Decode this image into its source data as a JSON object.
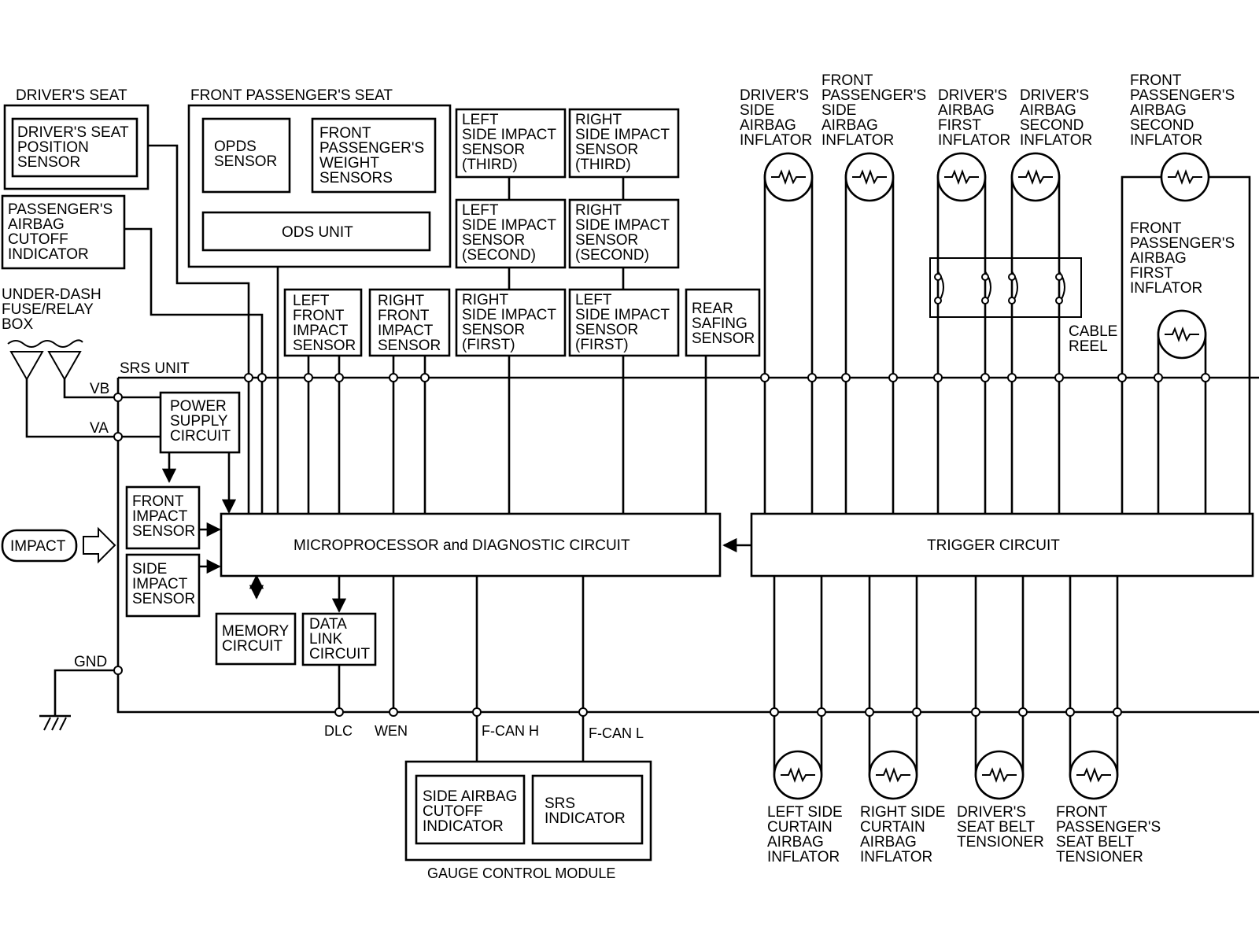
{
  "drivers_seat": {
    "header": "DRIVER'S SEAT",
    "sensor": [
      "DRIVER'S SEAT",
      "POSITION",
      "SENSOR"
    ]
  },
  "front_passenger_seat": {
    "header": "FRONT PASSENGER'S SEAT",
    "opds": [
      "OPDS",
      "SENSOR"
    ],
    "weight": [
      "FRONT",
      "PASSENGER'S",
      "WEIGHT",
      "SENSORS"
    ],
    "ods": "ODS UNIT"
  },
  "pass_airbag_cutoff": [
    "PASSENGER'S",
    "AIRBAG",
    "CUTOFF",
    "INDICATOR"
  ],
  "underdash": [
    "UNDER-DASH",
    "FUSE/RELAY",
    "BOX"
  ],
  "srs_unit": "SRS UNIT",
  "vb": "VB",
  "va": "VA",
  "gnd": "GND",
  "power_supply": [
    "POWER",
    "SUPPLY",
    "CIRCUIT"
  ],
  "front_impact_internal": [
    "FRONT",
    "IMPACT",
    "SENSOR"
  ],
  "side_impact_internal": [
    "SIDE",
    "IMPACT",
    "SENSOR"
  ],
  "impact": "IMPACT",
  "microprocessor": "MICROPROCESSOR and DIAGNOSTIC CIRCUIT",
  "memory": [
    "MEMORY",
    "CIRCUIT"
  ],
  "data_link": [
    "DATA",
    "LINK",
    "CIRCUIT"
  ],
  "left_front_impact": [
    "LEFT",
    "FRONT",
    "IMPACT",
    "SENSOR"
  ],
  "right_front_impact": [
    "RIGHT",
    "FRONT",
    "IMPACT",
    "SENSOR"
  ],
  "left_side_third": [
    "LEFT",
    "SIDE IMPACT",
    "SENSOR",
    "(THIRD)"
  ],
  "right_side_third": [
    "RIGHT",
    "SIDE IMPACT",
    "SENSOR",
    "(THIRD)"
  ],
  "left_side_second": [
    "LEFT",
    "SIDE IMPACT",
    "SENSOR",
    "(SECOND)"
  ],
  "right_side_second": [
    "RIGHT",
    "SIDE IMPACT",
    "SENSOR",
    "(SECOND)"
  ],
  "right_side_first": [
    "RIGHT",
    "SIDE IMPACT",
    "SENSOR",
    "(FIRST)"
  ],
  "left_side_first": [
    "LEFT",
    "SIDE IMPACT",
    "SENSOR",
    "(FIRST)"
  ],
  "rear_safing": [
    "REAR",
    "SAFING",
    "SENSOR"
  ],
  "trigger": "TRIGGER CIRCUIT",
  "drivers_side_inflator": [
    "DRIVER'S",
    "SIDE",
    "AIRBAG",
    "INFLATOR"
  ],
  "front_pass_side_inflator": [
    "FRONT",
    "PASSENGER'S",
    "SIDE",
    "AIRBAG",
    "INFLATOR"
  ],
  "drivers_first_inflator": [
    "DRIVER'S",
    "AIRBAG",
    "FIRST",
    "INFLATOR"
  ],
  "drivers_second_inflator": [
    "DRIVER'S",
    "AIRBAG",
    "SECOND",
    "INFLATOR"
  ],
  "front_pass_second_inflator": [
    "FRONT",
    "PASSENGER'S",
    "AIRBAG",
    "SECOND",
    "INFLATOR"
  ],
  "front_pass_first_inflator": [
    "FRONT",
    "PASSENGER'S",
    "AIRBAG",
    "FIRST",
    "INFLATOR"
  ],
  "cable_reel": [
    "CABLE",
    "REEL"
  ],
  "dlc": "DLC",
  "wen": "WEN",
  "fcan_h": "F-CAN H",
  "fcan_l": "F-CAN L",
  "side_airbag_cutoff": [
    "SIDE AIRBAG",
    "CUTOFF",
    "INDICATOR"
  ],
  "srs_indicator": [
    "SRS",
    "INDICATOR"
  ],
  "gauge_module": "GAUGE CONTROL MODULE",
  "left_curtain": [
    "LEFT SIDE",
    "CURTAIN",
    "AIRBAG",
    "INFLATOR"
  ],
  "right_curtain": [
    "RIGHT SIDE",
    "CURTAIN",
    "AIRBAG",
    "INFLATOR"
  ],
  "drivers_tensioner": [
    "DRIVER'S",
    "SEAT BELT",
    "TENSIONER"
  ],
  "pass_tensioner": [
    "FRONT",
    "PASSENGER'S",
    "SEAT BELT",
    "TENSIONER"
  ]
}
